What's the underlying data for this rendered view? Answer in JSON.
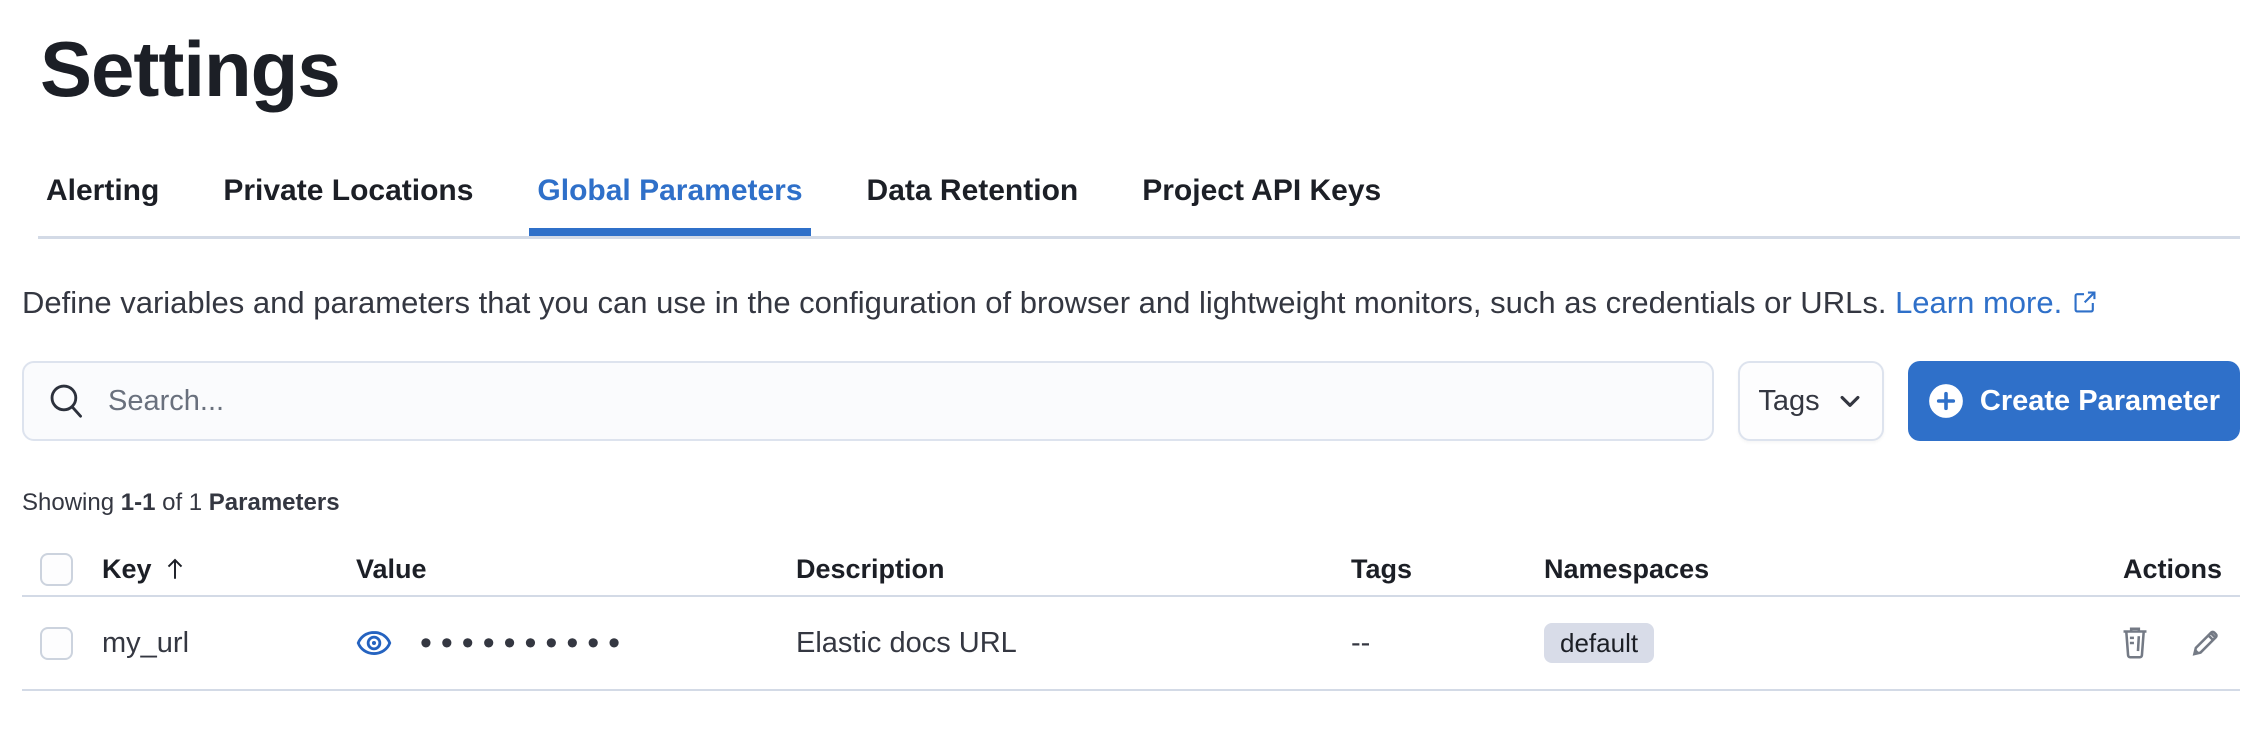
{
  "page": {
    "title": "Settings"
  },
  "tabs": [
    {
      "label": "Alerting"
    },
    {
      "label": "Private Locations"
    },
    {
      "label": "Global Parameters"
    },
    {
      "label": "Data Retention"
    },
    {
      "label": "Project API Keys"
    }
  ],
  "description": {
    "text": "Define variables and parameters that you can use in the configuration of browser and lightweight monitors, such as credentials or URLs.",
    "link_label": "Learn more."
  },
  "toolbar": {
    "search_placeholder": "Search...",
    "tags_button_label": "Tags",
    "create_button_label": "Create Parameter"
  },
  "summary": {
    "prefix": "Showing ",
    "range": "1-1",
    "middle": " of 1 ",
    "entity": "Parameters"
  },
  "table": {
    "columns": {
      "key": "Key",
      "value": "Value",
      "description": "Description",
      "tags": "Tags",
      "namespaces": "Namespaces",
      "actions": "Actions"
    },
    "sort": {
      "column": "Key",
      "direction": "ascending"
    },
    "rows": [
      {
        "key": "my_url",
        "value_masked": "••••••••••",
        "description": "Elastic docs URL",
        "tags": "--",
        "namespace": "default"
      }
    ]
  },
  "icons": {
    "search": "search-icon",
    "chevron": "chevron-down-icon",
    "plus": "plus-in-circle-icon",
    "external": "external-link-icon",
    "eye": "eye-icon",
    "trash": "trash-icon",
    "pencil": "pencil-icon",
    "sort_up": "sort-ascending-icon"
  },
  "colors": {
    "accent_blue": "#2f70c9",
    "text_dark": "#1c1f26",
    "text_body": "#343741",
    "text_subdued": "#69707d",
    "border": "#d3dae6",
    "badge_bg": "#d8dce8",
    "icon_gray": "#747a85"
  }
}
